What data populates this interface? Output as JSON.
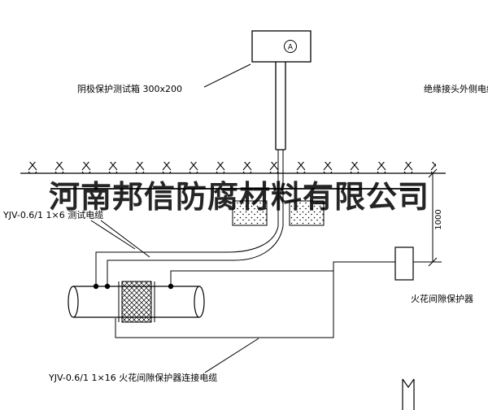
{
  "drawing": {
    "watermark": "河南邦信防腐材料有限公司",
    "labels": {
      "test_box": "阴极保护测试箱 300x200",
      "outer_cable": "绝缘接头外侧电缆",
      "test_cable": "YJV-0.6/1 1×6  测试电缆",
      "spark_gap": "火花间隙保护器",
      "spark_gap_cable": "YJV-0.6/1 1×16  火花间隙保护器连接电缆",
      "dimension_1000": "1000",
      "ammeter": "A"
    },
    "colors": {
      "line": "#000000",
      "background": "#ffffff"
    }
  }
}
